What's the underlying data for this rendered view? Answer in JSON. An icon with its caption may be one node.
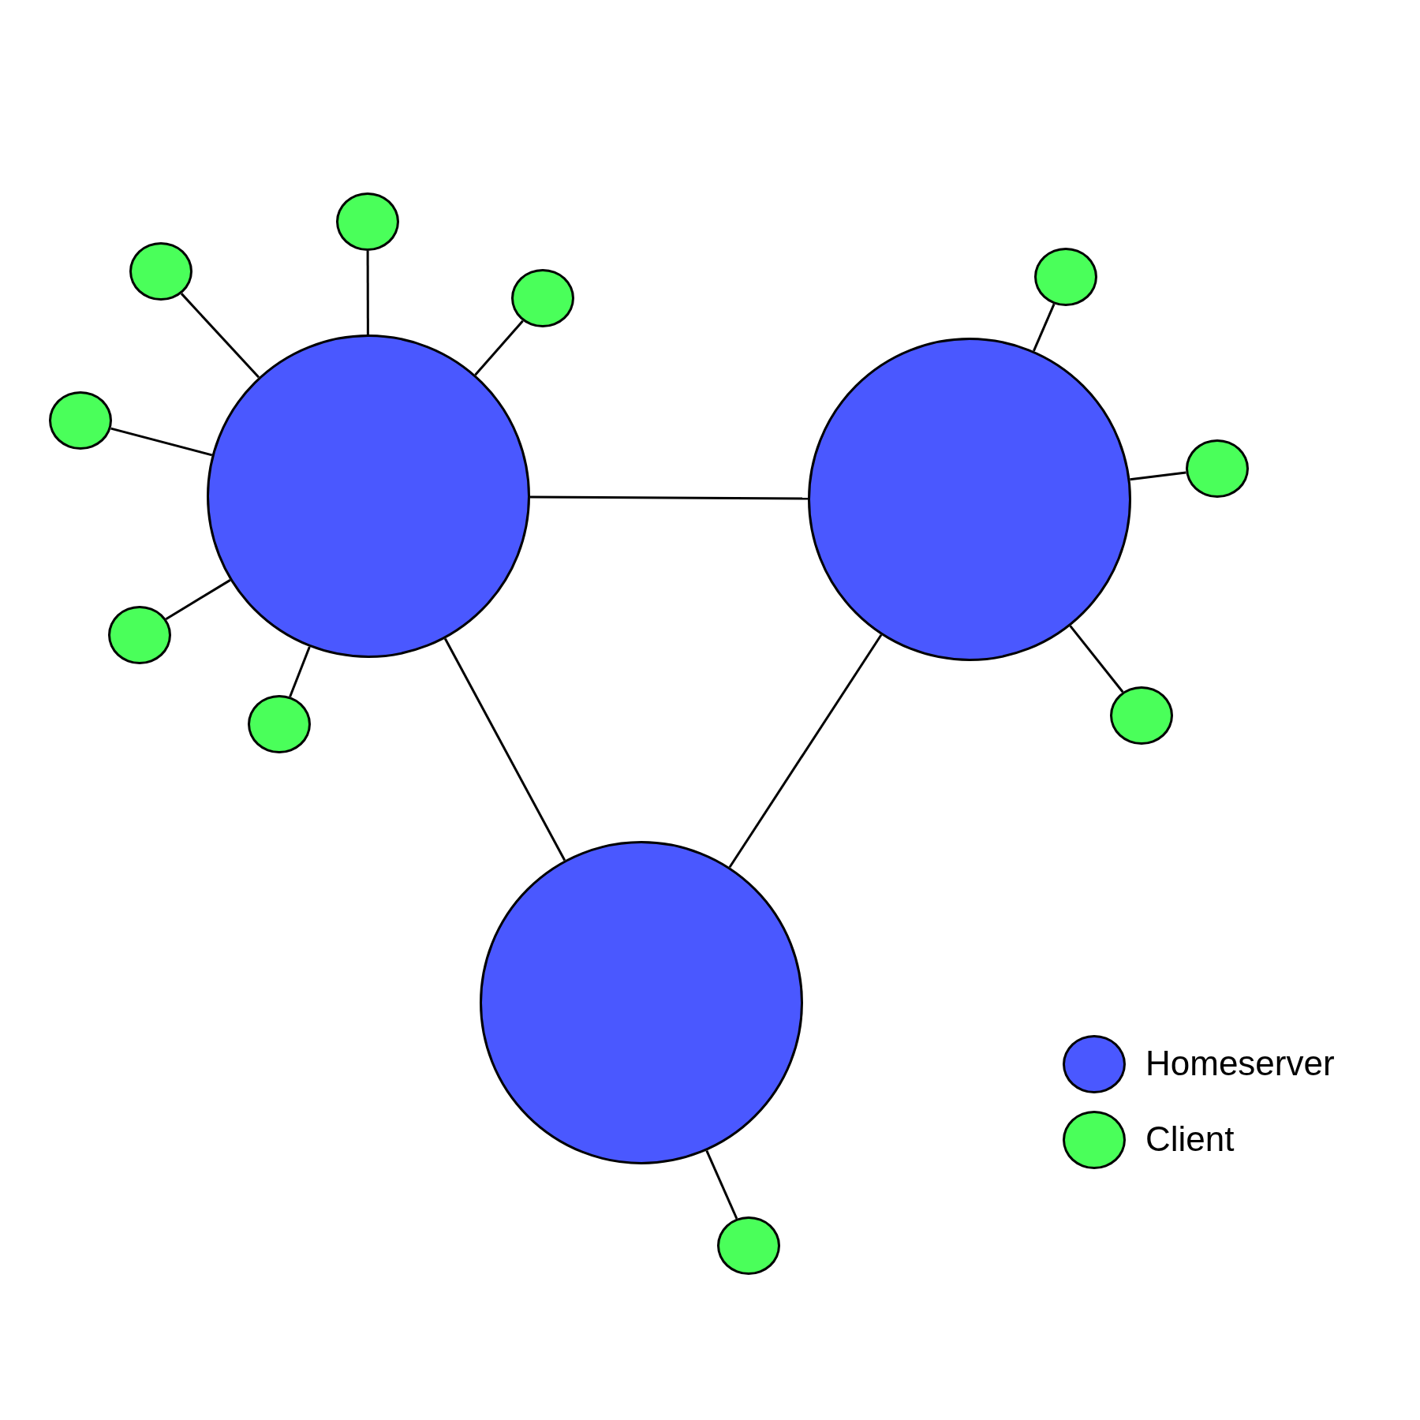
{
  "diagram": {
    "nodes": [
      {
        "text": [],
        "shape": "circle"
      },
      {
        "text": [],
        "shape": "circle"
      },
      {
        "text": [],
        "shape": "circle"
      },
      {
        "text": [],
        "shape": "circle"
      },
      {
        "text": [],
        "shape": "circle"
      },
      {
        "text": [],
        "shape": "circle"
      },
      {
        "text": [],
        "shape": "circle"
      },
      {
        "text": [],
        "shape": "circle"
      },
      {
        "text": [],
        "shape": "circle"
      },
      {
        "text": [],
        "shape": "circle"
      },
      {
        "text": [],
        "shape": "circle"
      },
      {
        "text": [],
        "shape": "circle"
      },
      {
        "text": [],
        "shape": "circle"
      }
    ],
    "edges": [
      {
        "from": 0,
        "to": 1,
        "arrow": "none"
      },
      {
        "from": 0,
        "to": 2,
        "arrow": "none"
      },
      {
        "from": 1,
        "to": 2,
        "arrow": "none"
      },
      {
        "from": 0,
        "to": 3,
        "arrow": "none"
      },
      {
        "from": 0,
        "to": 4,
        "arrow": "none"
      },
      {
        "from": 0,
        "to": 5,
        "arrow": "none"
      },
      {
        "from": 0,
        "to": 6,
        "arrow": "none"
      },
      {
        "from": 0,
        "to": 7,
        "arrow": "none"
      },
      {
        "from": 0,
        "to": 8,
        "arrow": "none"
      },
      {
        "from": 1,
        "to": 9,
        "arrow": "none"
      },
      {
        "from": 1,
        "to": 10,
        "arrow": "none"
      },
      {
        "from": 1,
        "to": 11,
        "arrow": "none"
      },
      {
        "from": 2,
        "to": 12,
        "arrow": "none"
      }
    ],
    "legend": [
      {
        "text": "Homeserver",
        "color": "#4a58ff"
      },
      {
        "text": "Client",
        "color": "#4aff5a"
      }
    ]
  }
}
